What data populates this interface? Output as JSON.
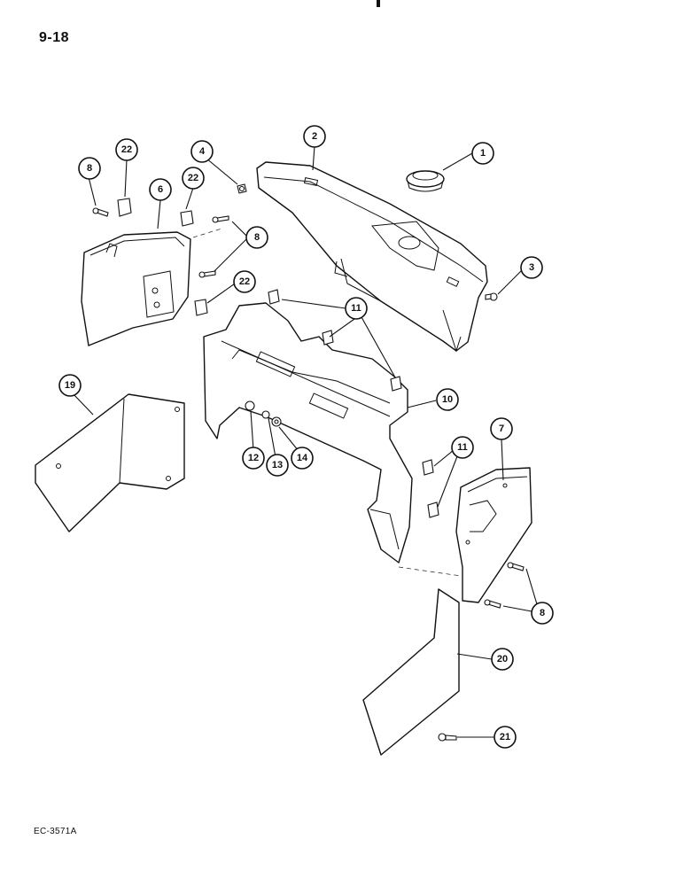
{
  "page": {
    "number": "9-18",
    "figure_ref": "EC-3571A"
  },
  "callouts": {
    "c1": "1",
    "c2": "2",
    "c3": "3",
    "c4": "4",
    "c6": "6",
    "c7": "7",
    "c8a": "8",
    "c8b": "8",
    "c8c": "8",
    "c10": "10",
    "c11a": "11",
    "c11b": "11",
    "c12": "12",
    "c13": "13",
    "c14": "14",
    "c19": "19",
    "c20": "20",
    "c21": "21",
    "c22a": "22",
    "c22b": "22",
    "c22c": "22"
  }
}
